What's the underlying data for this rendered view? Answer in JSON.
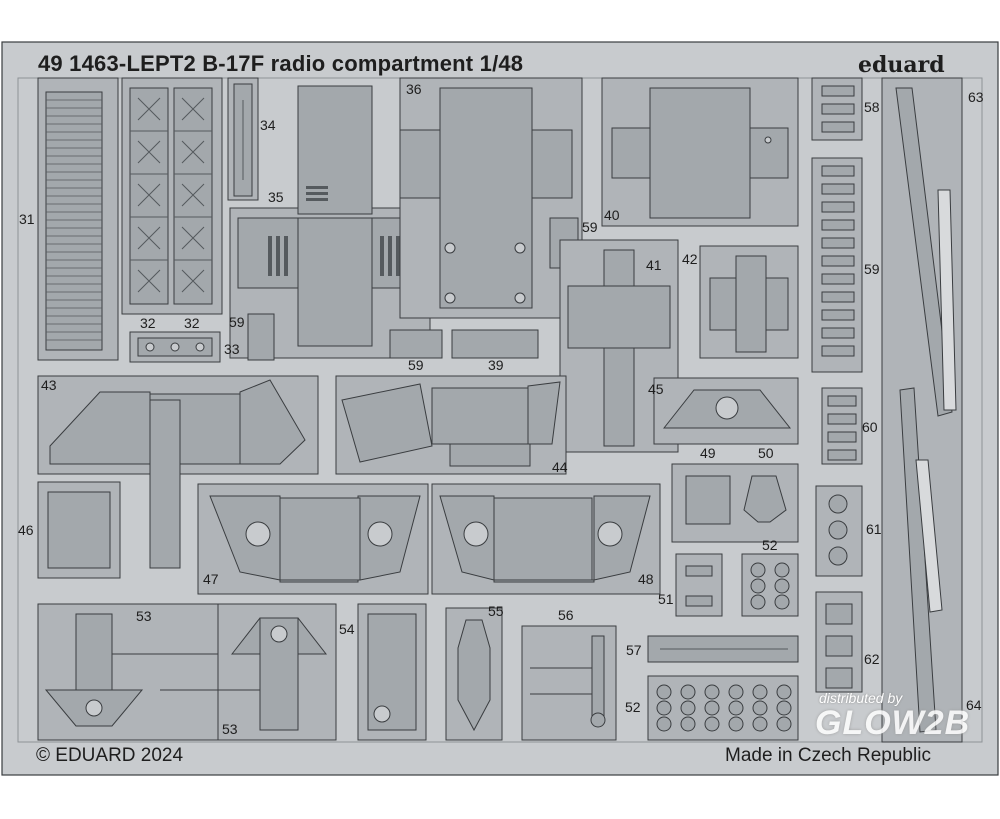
{
  "sheet": {
    "title": "49 1463-LEPT2  B-17F radio compartment    1/48",
    "brand": "eduard",
    "copyright": "© EDUARD 2024",
    "origin": "Made in Czech Republic",
    "watermark_line1": "distributed by",
    "watermark_line2": "GLOW2B"
  },
  "part_numbers": {
    "p31": "31",
    "p32a": "32",
    "p32b": "32",
    "p33": "33",
    "p34": "34",
    "p35": "35",
    "p36": "36",
    "p39": "39",
    "p40": "40",
    "p41": "41",
    "p42": "42",
    "p43": "43",
    "p44": "44",
    "p45": "45",
    "p46": "46",
    "p47": "47",
    "p48": "48",
    "p49": "49",
    "p50": "50",
    "p51": "51",
    "p52a": "52",
    "p52b": "52",
    "p53a": "53",
    "p53b": "53",
    "p54": "54",
    "p55": "55",
    "p56": "56",
    "p57": "57",
    "p58": "58",
    "p59a": "59",
    "p59b": "59",
    "p59c": "59",
    "p59d": "59",
    "p60": "60",
    "p61": "61",
    "p62": "62",
    "p63": "63",
    "p64": "64"
  },
  "colors": {
    "fret": "#c8cbce",
    "part": "#a3a8ac",
    "outline": "#3a3d40",
    "frame": "#8e9397"
  }
}
